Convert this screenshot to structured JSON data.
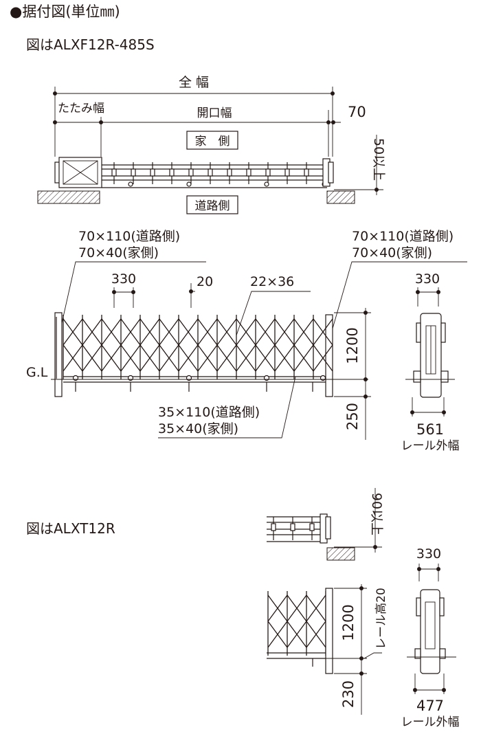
{
  "heading": "●据付図(単位㎜)",
  "figure1": {
    "caption": "図はALXF12R-485S",
    "plan": {
      "total_width": "全 幅",
      "folded_width": "たたみ幅",
      "opening_width": "開口幅",
      "dim_70": "70",
      "house_side": "家　側",
      "road_side": "道路側",
      "dim_50_min": "50以上"
    },
    "elevation": {
      "left_post_line1": "70×110(道路側)",
      "left_post_line2": "70×40(家側)",
      "right_post_line1": "70×110(道路側)",
      "right_post_line2": "70×40(家側)",
      "dim_330": "330",
      "dim_20": "20",
      "dim_22x36": "22×36",
      "gl": "G.L",
      "bottom_line1": "35×110(道路側)",
      "bottom_line2": "35×40(家側)",
      "dim_1200": "1200",
      "dim_250": "250"
    },
    "side": {
      "dim_330": "330",
      "dim_561": "561",
      "rail_outer_width": "レール外幅"
    }
  },
  "figure2": {
    "caption": "図はALXT12R",
    "dim_90_min": "90以上",
    "dim_1200": "1200",
    "dim_230": "230",
    "rail_height": "レール高20",
    "dim_330": "330",
    "dim_477": "477",
    "rail_outer_width": "レール外幅"
  }
}
